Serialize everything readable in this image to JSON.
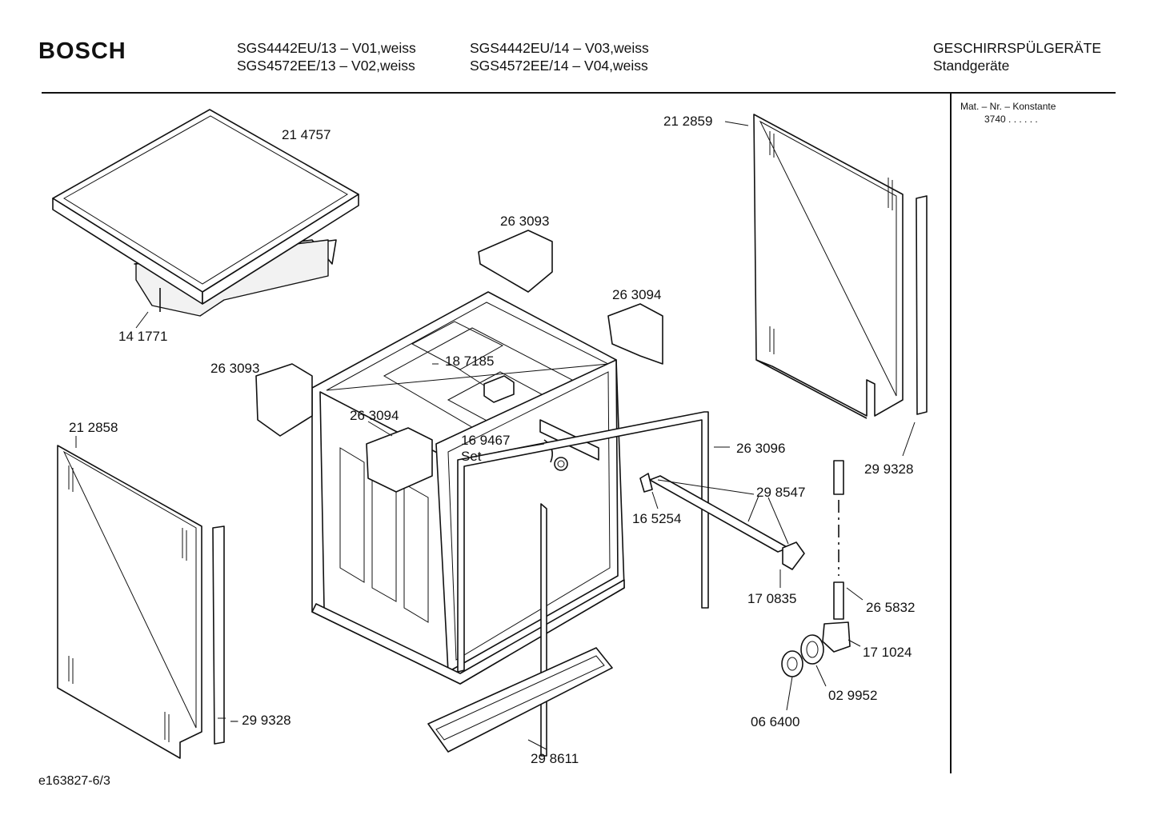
{
  "header": {
    "brand": "BOSCH",
    "models_col1": [
      "SGS4442EU/13 – V01,weiss",
      "SGS4572EE/13 – V02,weiss"
    ],
    "models_col2": [
      "SGS4442EU/14 – V03,weiss",
      "SGS4572EE/14 – V04,weiss"
    ],
    "category": "GESCHIRRSPÜLGERÄTE",
    "subcategory": "Standgeräte"
  },
  "sidebar": {
    "mat_label": "Mat. – Nr. – Konstante",
    "mat_value": "3740  .  .  .  .  .  ."
  },
  "footer": {
    "code": "e163827-6/3"
  },
  "parts": {
    "p214757": "21 4757",
    "p141771": "14 1771",
    "p263093a": "26 3093",
    "p263094a": "26 3094",
    "p263093b": "26 3093",
    "p187185": "18 7185",
    "p263094b": "26 3094",
    "p169467": "16 9467",
    "p169467set": "Set",
    "p212858": "21 2858",
    "p212859": "21 2859",
    "p299328a": "29 9328",
    "p299328b": "– 29 9328",
    "p263096": "26 3096",
    "p298547": "29 8547",
    "p165254": "16 5254",
    "p170835": "17 0835",
    "p265832": "26 5832",
    "p171024": "17 1024",
    "p029952": "02 9952",
    "p066400": "06 6400",
    "p298611": "29 8611"
  }
}
